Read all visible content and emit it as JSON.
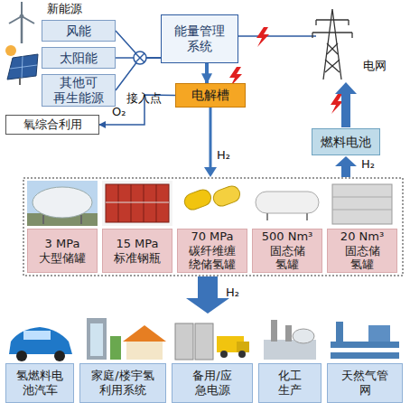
{
  "diagram": {
    "nodes": [
      {
        "text": [
          "风能"
        ]
      },
      {
        "text": [
          "太阳能"
        ]
      },
      {
        "text": [
          "其他可 再生能源"
        ]
      },
      {
        "text": [
          "能量管理 系统"
        ]
      },
      {
        "text": [
          "电解槽"
        ]
      },
      {
        "text": [
          "氧综合利用"
        ]
      },
      {
        "text": [
          "燃料电池"
        ]
      },
      {
        "text": [
          "3 MPa 大型储罐"
        ]
      },
      {
        "text": [
          "15 MPa 标准钢瓶"
        ]
      },
      {
        "text": [
          "70 MPa 碳纤维缠 绕储氢罐"
        ]
      },
      {
        "text": [
          "500 Nm³ 固态储 氢罐"
        ]
      },
      {
        "text": [
          "20 Nm³ 固态储 氢罐"
        ]
      },
      {
        "text": [
          "氢燃料电 池汽车"
        ]
      },
      {
        "text": [
          "家庭/楼宇氢 利用系统"
        ]
      },
      {
        "text": [
          "备用/应 急电源"
        ]
      },
      {
        "text": [
          "化工 生产"
        ]
      },
      {
        "text": [
          "天然气管 网"
        ]
      }
    ],
    "edges": [
      {
        "from": 0,
        "to": 3,
        "arrow": "none"
      },
      {
        "from": 1,
        "to": 3,
        "arrow": "none"
      },
      {
        "from": 2,
        "to": 3,
        "arrow": "none"
      },
      {
        "from": 3,
        "to": 4,
        "arrow": "to"
      },
      {
        "from": 4,
        "to": 5,
        "label": "O₂",
        "arrow": "to"
      }
    ],
    "labels": [
      "新能源",
      "接入点",
      "电网",
      "H₂",
      "H₂",
      "H₂"
    ]
  }
}
